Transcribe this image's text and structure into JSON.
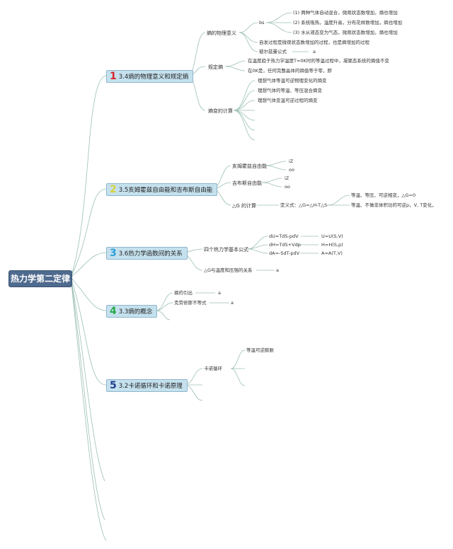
{
  "root": {
    "label": "热力学第二定律"
  },
  "topics": [
    {
      "number": "1",
      "number_color": "#d9262c",
      "label": "3.4熵的物理意义和规定熵"
    },
    {
      "number": "2",
      "number_color": "#d8d23a",
      "label": "3.5亥姆霍兹自由能和吉布斯自由能"
    },
    {
      "number": "3",
      "number_color": "#2f9fd6",
      "label": "3.6热力学函数间的关系"
    },
    {
      "number": "4",
      "number_color": "#2aa84a",
      "label": "3.3熵的概念"
    },
    {
      "number": "5",
      "number_color": "#1f3f8f",
      "label": "3.2卡诺循环和卡诺原理"
    }
  ],
  "t1": {
    "physical_meaning": "熵的物理意义",
    "bs": "bs",
    "items": [
      "(1) 两种气体自动混合，微观状态数增加，熵也增加",
      "(2) 系统吸热，温度升高，分布花样数增加，熵也增加",
      "(3) 水从液态变为气态，微观状态数增加，熵也增加"
    ],
    "spontaneous": "自发过程是微观状态数增加的过程，也是熵增加的过程",
    "boltzmann": "玻尔兹曼公式",
    "boltzmann_leaf": "a",
    "stipulated": "规定熵",
    "stipulated_1": "在温度趋于热力学温度T=0K时的等温过程中，凝聚态系统的熵值不变",
    "stipulated_2": "在0K是，任何完整晶体的熵值等于零，即",
    "entropy_calc": "熵变的计算",
    "calc_items": [
      "理想气体等温可逆物理变化的熵变",
      "理想气体的等温、等压混合熵变",
      "理想气体变温可逆过程的熵变"
    ]
  },
  "t2": {
    "helmholtz": "亥姆霍兹自由能",
    "helmholtz_leaves": [
      "iZ",
      "oo"
    ],
    "gibbs": "吉布斯自由能",
    "gibbs_leaves": [
      "iZ",
      "oo"
    ],
    "dG_calc": "△G 的计算",
    "definition": "定义式：△G=△H-T△S",
    "cond_1": "等温、等压、可逆相变，△G=0",
    "cond_2": "等温、不做非体积功的可逆p，V, T变化，"
  },
  "t3": {
    "four_eq": "四个热力学基本公式",
    "eqs": [
      {
        "eq": "dU=TdS-pdV",
        "fn": "U=U(S,V)"
      },
      {
        "eq": "dH=TdS+Vdp",
        "fn": "H=H(S,p)"
      },
      {
        "eq": "dA=-SdT-pdV",
        "fn": "A=A(T,V)"
      }
    ],
    "dG_relation": "△G与温度和压强的关系",
    "dG_leaf": "a"
  },
  "t4": {
    "origin": "熵的引出",
    "origin_leaf": "a",
    "clausius": "克劳修斯不等式",
    "clausius_leaf": "a"
  },
  "t5": {
    "carnot": "卡诺循环",
    "isothermal": "等温可逆膨胀"
  },
  "colors": {
    "line": "#9bbfb5",
    "root_bg": "#4e6a8e",
    "topic_bg": "#c5e1ee"
  }
}
